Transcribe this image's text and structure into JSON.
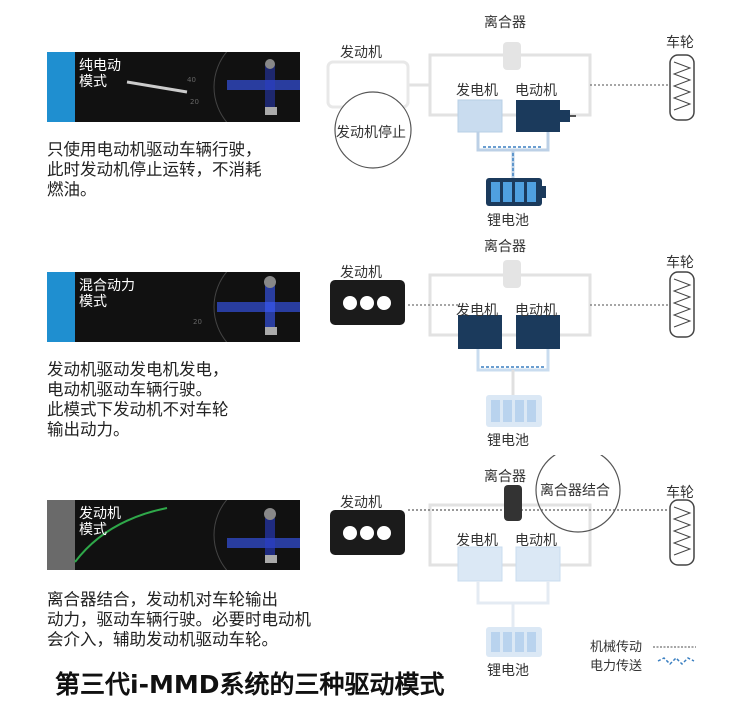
{
  "colors": {
    "accent_blue": "#3a7fc1",
    "dark_navy": "#1b3a5c",
    "light_blue": "#c9dcef",
    "mode1_bar": "#1f8fd0",
    "mode2_bar": "#1f8fd0",
    "mode3_bar": "#6a6a6a",
    "glow": "#4a6cff"
  },
  "labels": {
    "clutch": "离合器",
    "engine": "发动机",
    "generator": "发电机",
    "motor": "电动机",
    "wheel": "车轮",
    "battery": "锂电池"
  },
  "modes": [
    {
      "name": "纯电动\n模式",
      "desc": "只使用电动机驱动车辆行驶，\n此时发动机停止运转，不消耗\n燃油。",
      "callout": "发动机停止"
    },
    {
      "name": "混合动力\n模式",
      "desc": "发动机驱动发电机发电，\n电动机驱动车辆行驶。\n此模式下发动机不对车轮\n输出动力。"
    },
    {
      "name": "发动机\n模式",
      "desc": "离合器结合，发动机对车轮输出\n动力，驱动车辆行驶。必要时电动机\n会介入，辅助发动机驱动车轮。",
      "callout": "离合器结合"
    }
  ],
  "legend": {
    "mechanical": "机械传动",
    "electric": "电力传送"
  },
  "title": "第三代i-MMD系统的三种驱动模式"
}
